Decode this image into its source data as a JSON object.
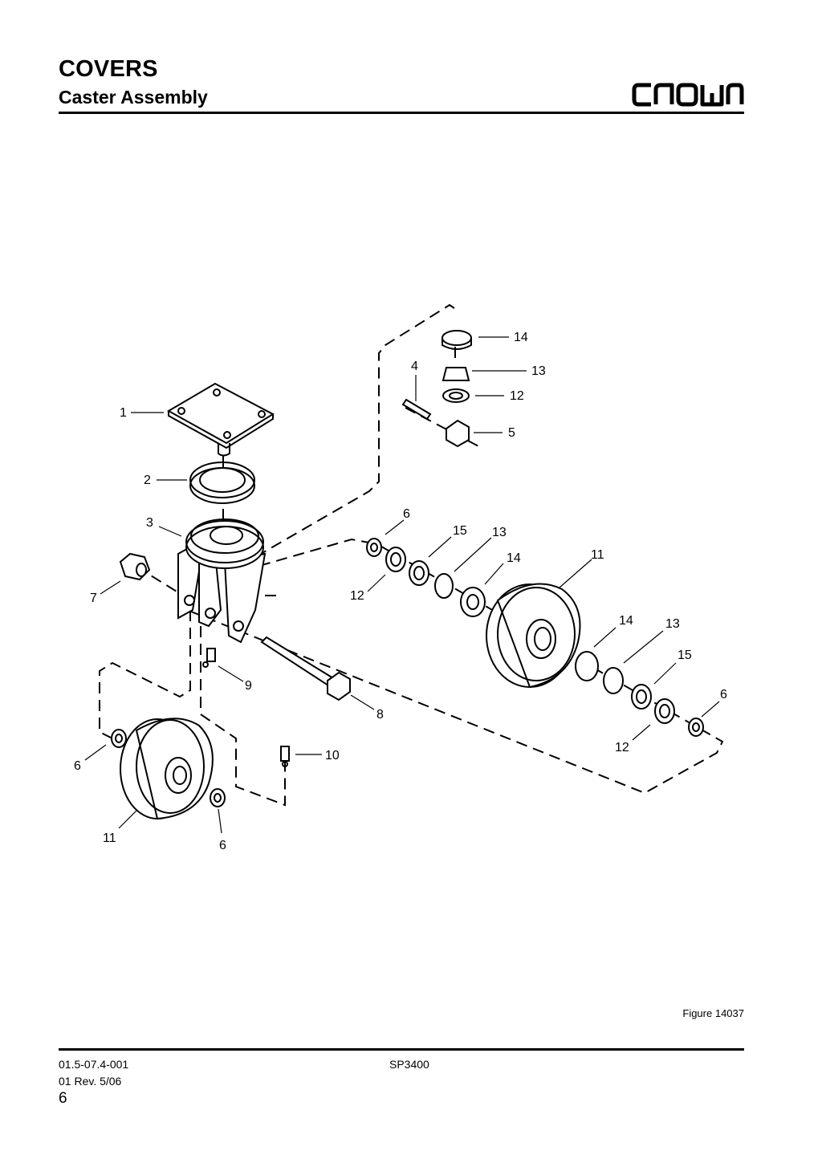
{
  "header": {
    "title": "COVERS",
    "subtitle": "Caster Assembly",
    "logo_text": "CROWN"
  },
  "figure": {
    "reference": "Figure 14037",
    "callouts": [
      "14",
      "13",
      "4",
      "12",
      "1",
      "5",
      "2",
      "6",
      "15",
      "13",
      "3",
      "14",
      "11",
      "7",
      "12",
      "14",
      "13",
      "15",
      "9",
      "6",
      "8",
      "12",
      "10",
      "6",
      "11",
      "6"
    ]
  },
  "footer": {
    "doc_number": "01.5-07.4-001",
    "revision": "01 Rev. 5/06",
    "model": "SP3400",
    "page": "6"
  }
}
